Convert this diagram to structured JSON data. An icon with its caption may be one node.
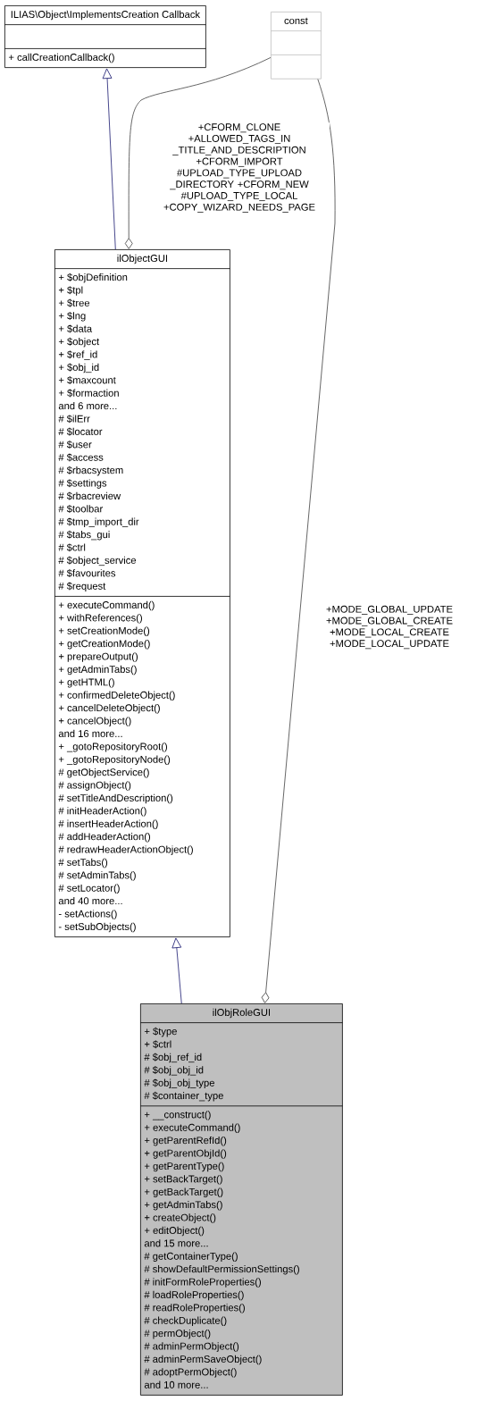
{
  "diagram": {
    "nodes": [
      {
        "text": [
          "ILIAS\\Object\\ImplementsCreation Callback",
          "+ callCreationCallback()"
        ]
      },
      {
        "text": [
          "ilObjectGUI",
          "+ $objDefinition",
          "+ $tpl",
          "+ $tree",
          "+ $lng",
          "+ $data",
          "+ $object",
          "+ $ref_id",
          "+ $obj_id",
          "+ $maxcount",
          "+ $formaction",
          "and 6 more...",
          "# $ilErr",
          "# $locator",
          "# $user",
          "# $access",
          "# $rbacsystem",
          "# $settings",
          "# $rbacreview",
          "# $toolbar",
          "# $tmp_import_dir",
          "# $tabs_gui",
          "# $ctrl",
          "# $object_service",
          "# $favourites",
          "# $request",
          "+ executeCommand()",
          "+ withReferences()",
          "+ setCreationMode()",
          "+ getCreationMode()",
          "+ prepareOutput()",
          "+ getAdminTabs()",
          "+ getHTML()",
          "+ confirmedDeleteObject()",
          "+ cancelDeleteObject()",
          "+ cancelObject()",
          "and 16 more...",
          "+ _gotoRepositoryRoot()",
          "+ _gotoRepositoryNode()",
          "# getObjectService()",
          "# assignObject()",
          "# setTitleAndDescription()",
          "# initHeaderAction()",
          "# insertHeaderAction()",
          "# addHeaderAction()",
          "# redrawHeaderActionObject()",
          "# setTabs()",
          "# setAdminTabs()",
          "# setLocator()",
          "and 40 more...",
          "- setActions()",
          "- setSubObjects()"
        ]
      },
      {
        "text": [
          "const"
        ]
      },
      {
        "text": [
          "ilObjRoleGUI",
          "+ $type",
          "+ $ctrl",
          "# $obj_ref_id",
          "# $obj_obj_id",
          "# $obj_obj_type",
          "# $container_type",
          "+ __construct()",
          "+ executeCommand()",
          "+ getParentRefId()",
          "+ getParentObjId()",
          "+ getParentType()",
          "+ setBackTarget()",
          "+ getBackTarget()",
          "+ getAdminTabs()",
          "+ createObject()",
          "+ editObject()",
          "and 15 more...",
          "# getContainerType()",
          "# showDefaultPermissionSettings()",
          "# initFormRoleProperties()",
          "# loadRoleProperties()",
          "# readRoleProperties()",
          "# checkDuplicate()",
          "# permObject()",
          "# adminPermObject()",
          "# adminPermSaveObject()",
          "# adoptPermObject()",
          "and 10 more..."
        ]
      }
    ],
    "edges": [
      {
        "from": 1,
        "to": 0,
        "arrow": "to",
        "color": "#191970"
      },
      {
        "from": 3,
        "to": 1,
        "arrow": "to",
        "color": "#191970"
      },
      {
        "from": 2,
        "to": 1,
        "arrow": "other",
        "color": "#404040",
        "label": "+CFORM_CLONE +ALLOWED_TAGS_IN _TITLE_AND_DESCRIPTION +CFORM_IMPORT #UPLOAD_TYPE_UPLOAD _DIRECTORY +CFORM_NEW #UPLOAD_TYPE_LOCAL +COPY_WIZARD_NEEDS_PAGE"
      },
      {
        "from": 2,
        "to": 3,
        "arrow": "other",
        "color": "#404040",
        "label": "+MODE_GLOBAL_UPDATE +MODE_GLOBAL_CREATE +MODE_LOCAL_CREATE +MODE_LOCAL_UPDATE"
      }
    ]
  }
}
